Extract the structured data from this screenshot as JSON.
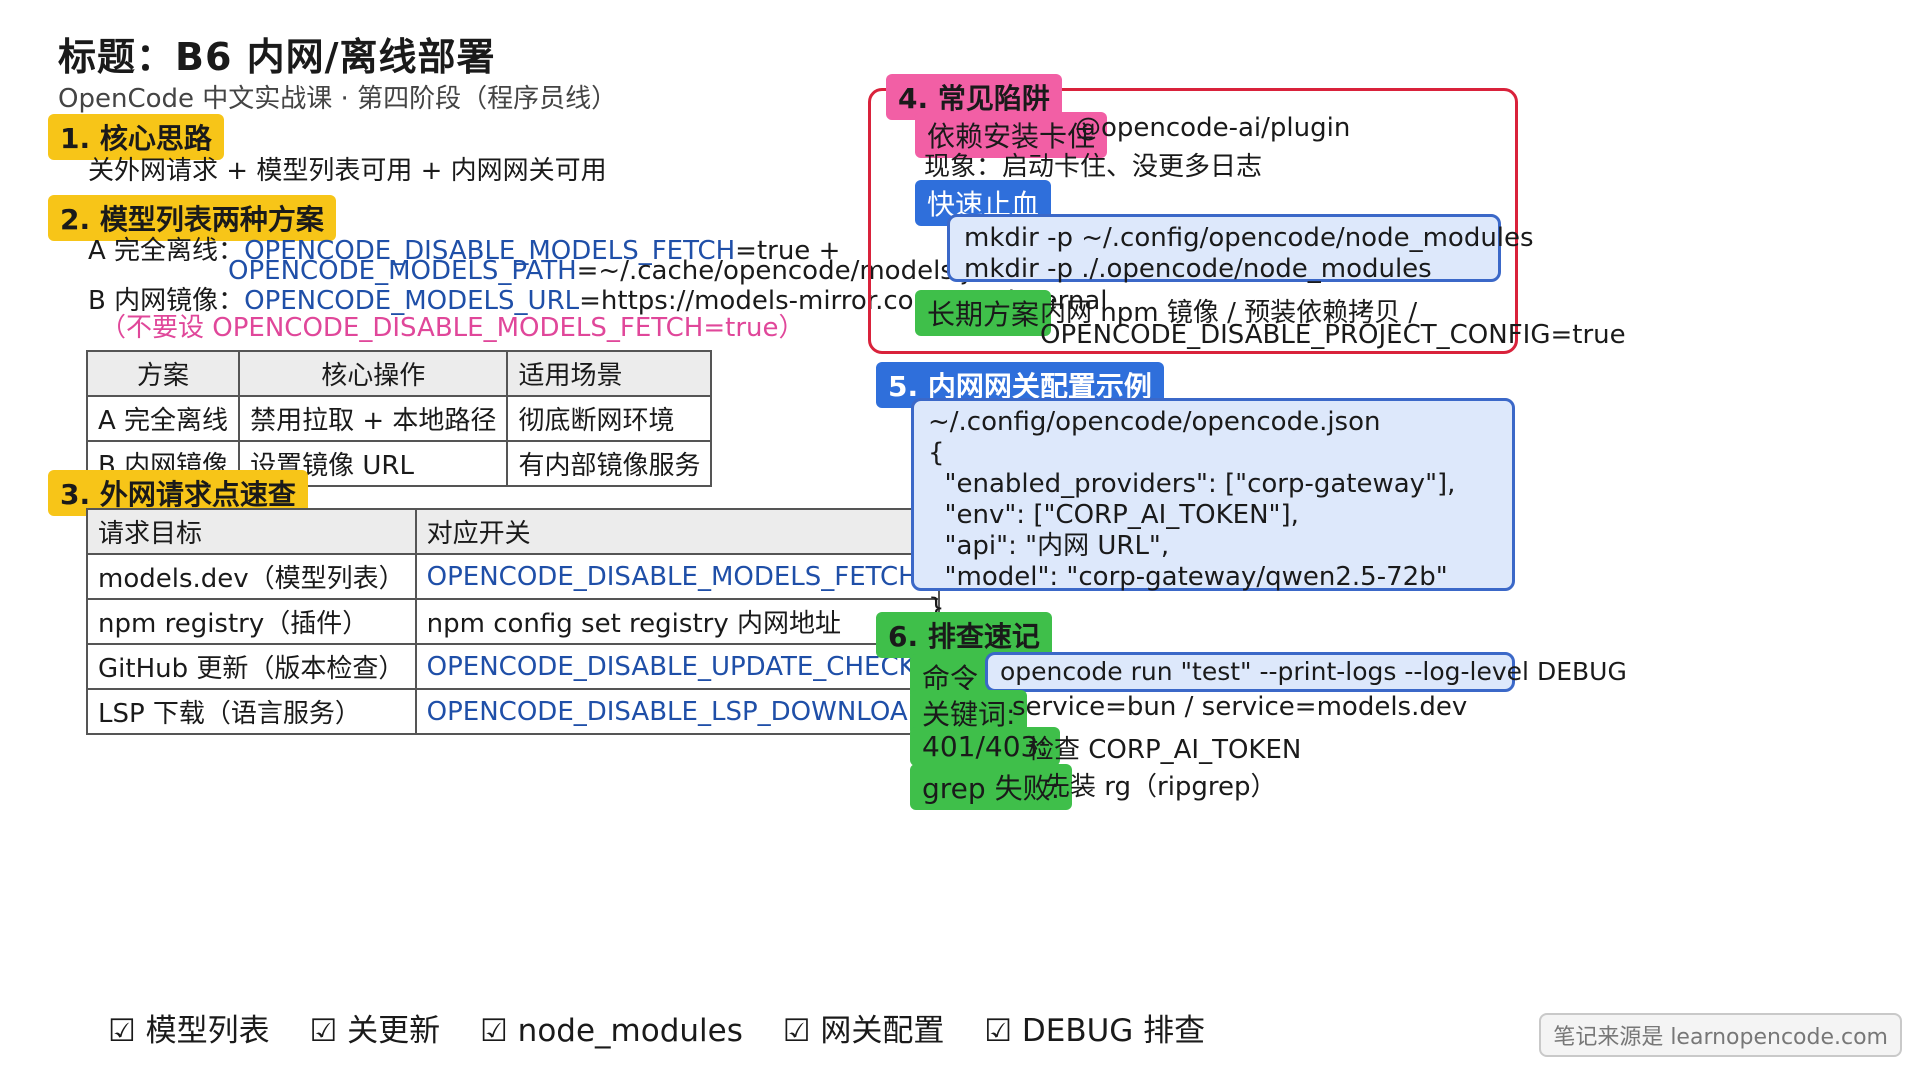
{
  "title": "标题：B6 内网/离线部署",
  "subtitle": "OpenCode 中文实战课 · 第四阶段（程序员线）",
  "s1": {
    "heading": "1. 核心思路",
    "text": "关外网请求 + 模型列表可用 + 内网网关可用"
  },
  "s2": {
    "heading": "2. 模型列表两种方案",
    "a_label": "A 完全离线：",
    "a_var1": "OPENCODE_DISABLE_MODELS_FETCH",
    "a_val1": "=true +",
    "a_var2": "OPENCODE_MODELS_PATH",
    "a_val2": "=~/.cache/opencode/models.json",
    "b_label": "B 内网镜像：",
    "b_var": "OPENCODE_MODELS_URL",
    "b_val": "=https://models-mirror.company.internal",
    "note": "（不要设 OPENCODE_DISABLE_MODELS_FETCH=true）",
    "table": {
      "headers": [
        "方案",
        "核心操作",
        "适用场景"
      ],
      "rows": [
        [
          "A 完全离线",
          "禁用拉取 + 本地路径",
          "彻底断网环境"
        ],
        [
          "B 内网镜像",
          "设置镜像 URL",
          "有内部镜像服务"
        ]
      ]
    }
  },
  "s3": {
    "heading": "3. 外网请求点速查",
    "table": {
      "headers": [
        "请求目标",
        "对应开关"
      ],
      "rows": [
        [
          "models.dev（模型列表）",
          "OPENCODE_DISABLE_MODELS_FETCH"
        ],
        [
          "npm registry（插件）",
          "npm config set registry 内网地址"
        ],
        [
          "GitHub 更新（版本检查）",
          "OPENCODE_DISABLE_UPDATE_CHECK"
        ],
        [
          "LSP 下载（语言服务）",
          "OPENCODE_DISABLE_LSP_DOWNLOAD"
        ]
      ]
    }
  },
  "s4": {
    "heading": "4. 常见陷阱",
    "trap_tag": "依赖安装卡住",
    "trap_pkg": "@opencode-ai/plugin",
    "symptom": "现象：启动卡住、没更多日志",
    "quick_tag": "快速止血",
    "code_lines": [
      "mkdir -p ~/.config/opencode/node_modules",
      "mkdir -p ./.opencode/node_modules"
    ],
    "long_tag": "长期方案",
    "long_text1": "内网 npm 镜像 / 预装依赖拷贝 /",
    "long_text2": "OPENCODE_DISABLE_PROJECT_CONFIG=true"
  },
  "s5": {
    "heading": "5. 内网网关配置示例",
    "code_lines": [
      "~/.config/opencode/opencode.json",
      "{",
      "  \"enabled_providers\": [\"corp-gateway\"],",
      "  \"env\": [\"CORP_AI_TOKEN\"],",
      "  \"api\": \"内网 URL\",",
      "  \"model\": \"corp-gateway/qwen2.5-72b\"",
      "}"
    ]
  },
  "s6": {
    "heading": "6. 排查速记",
    "cmd_tag": "命令",
    "cmd": "opencode run \"test\" --print-logs --log-level DEBUG",
    "kw_tag": "关键词:",
    "kw": "service=bun / service=models.dev",
    "err_tag": "401/403:",
    "err": "检查 CORP_AI_TOKEN",
    "grep_tag": "grep 失败:",
    "grep": "先装 rg（ripgrep）"
  },
  "footer": [
    "☑ 模型列表",
    "☑ 关更新",
    "☑ node_modules",
    "☑ 网关配置",
    "☑ DEBUG 排查"
  ],
  "badge": "笔记来源是 learnopencode.com"
}
